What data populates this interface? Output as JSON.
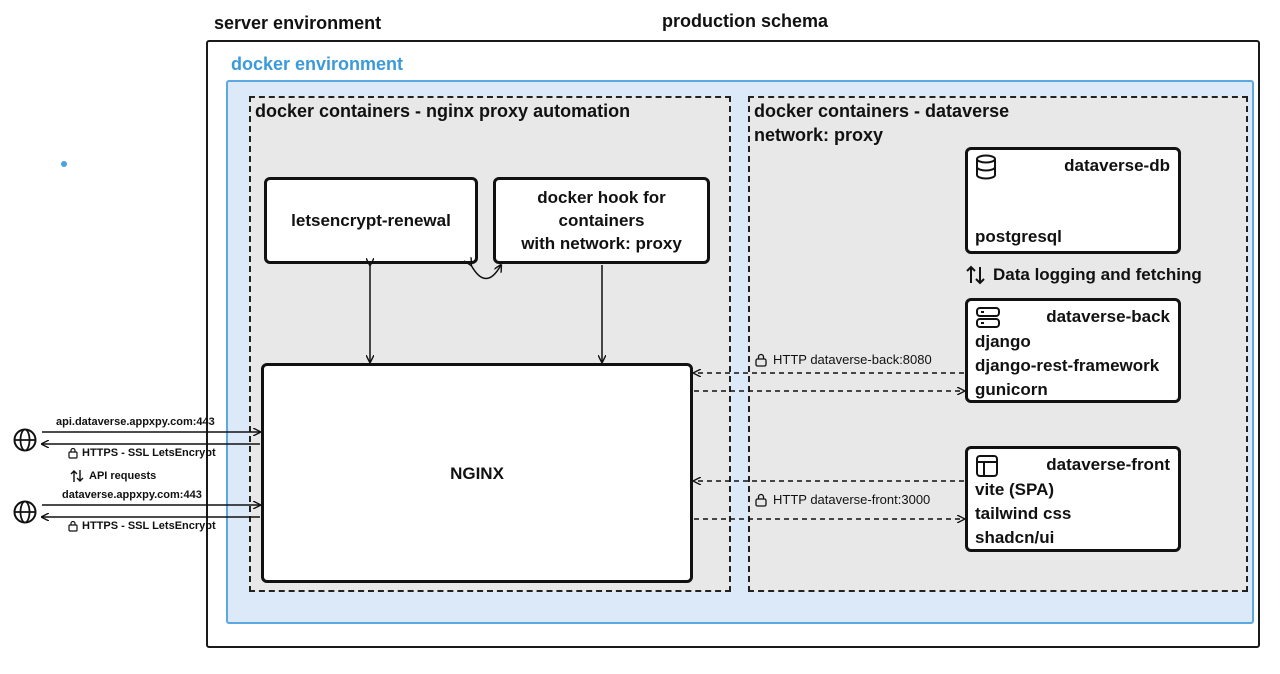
{
  "diagram_title": "production schema",
  "server": {
    "label": "server environment"
  },
  "docker": {
    "label": "docker environment"
  },
  "proxy_group": {
    "label": "docker containers - nginx proxy automation"
  },
  "dataverse_group": {
    "label": "docker containers - dataverse",
    "network": "network: proxy"
  },
  "nodes": {
    "letsencrypt": "letsencrypt-renewal",
    "hook_line1": "docker hook for containers",
    "hook_line2": "with network: proxy",
    "nginx": "NGINX",
    "db": {
      "title": "dataverse-db",
      "lines": [
        "postgresql"
      ]
    },
    "back": {
      "title": "dataverse-back",
      "lines": [
        "django",
        "django-rest-framework",
        "gunicorn"
      ]
    },
    "front": {
      "title": "dataverse-front",
      "lines": [
        "vite (SPA)",
        "tailwind css",
        "shadcn/ui"
      ]
    }
  },
  "edges": {
    "db_back": "Data logging and fetching",
    "back_http": "HTTP dataverse-back:8080",
    "front_http": "HTTP dataverse-front:3000",
    "api_domain": "api.dataverse.appxpy.com:443",
    "api_ssl": "HTTPS - SSL LetsEncrypt",
    "api_requests": "API requests",
    "front_domain": "dataverse.appxpy.com:443",
    "front_ssl": "HTTPS - SSL LetsEncrypt"
  },
  "icons": {
    "globe": "globe-icon",
    "lock": "lock-icon",
    "database": "database-icon",
    "server": "server-icon",
    "layout": "layout-icon",
    "updown": "arrows-up-down-icon"
  },
  "colors": {
    "docker_border": "#5aa9e0",
    "docker_fill": "#dbe9f8",
    "docker_label": "#3b9ad9",
    "group_fill": "#e8e8e8"
  }
}
